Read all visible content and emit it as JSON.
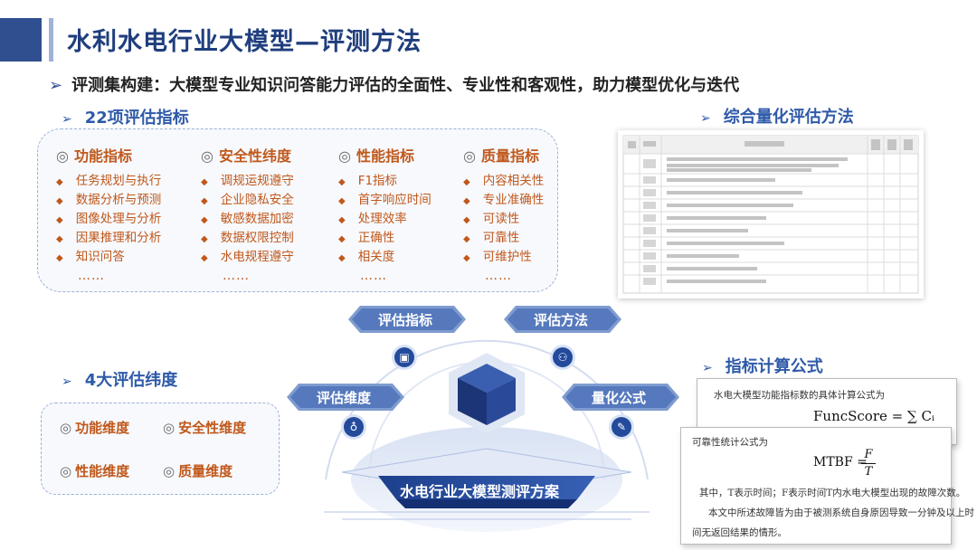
{
  "header": {
    "title": "水利水电行业大模型—评测方法",
    "subtitle": "评测集构建：大模型专业知识问答能力评估的全面性、专业性和客观性，助力模型优化与迭代"
  },
  "indicators": {
    "heading": "22项评估指标",
    "categories": [
      {
        "title": "功能指标",
        "items": [
          "任务规划与执行",
          "数据分析与预测",
          "图像处理与分析",
          "因果推理和分析",
          "知识问答"
        ]
      },
      {
        "title": "安全性纬度",
        "items": [
          "调规运规遵守",
          "企业隐私安全",
          "敏感数据加密",
          "数据权限控制",
          "水电规程遵守"
        ]
      },
      {
        "title": "性能指标",
        "items": [
          "F1指标",
          "首字响应时间",
          "处理效率",
          "正确性",
          "相关度"
        ]
      },
      {
        "title": "质量指标",
        "items": [
          "内容相关性",
          "专业准确性",
          "可读性",
          "可靠性",
          "可维护性"
        ]
      }
    ],
    "ellipsis": "……"
  },
  "dimensions": {
    "heading": "4大评估纬度",
    "items": [
      "功能维度",
      "安全性维度",
      "性能维度",
      "质量维度"
    ]
  },
  "methods": {
    "heading": "综合量化评估方法"
  },
  "formula": {
    "heading": "指标计算公式",
    "card1_text": "水电大模型功能指标数的具体计算公式为",
    "card1_formula": "FuncScore = ∑ Cᵢ",
    "card2_text": "可靠性统计公式为",
    "card2_formula_left": "MTBF =",
    "card2_num": "F",
    "card2_den": "T",
    "note1": "其中，T表示时间；F表示时间T内水电大模型出现的故障次数。",
    "note2": "本文中所述故障皆为由于被测系统自身原因导致一分钟及以上时",
    "note3": "间无返回结果的情形。"
  },
  "center": {
    "badges": [
      "评估指标",
      "评估方法",
      "评估维度",
      "量化公式"
    ],
    "base_title": "水电行业大模型测评方案"
  },
  "colors": {
    "primary": "#2f4f8f",
    "accent_text": "#c0581b",
    "heading": "#2f5aa8",
    "badge_fill": "#3f66b5"
  }
}
